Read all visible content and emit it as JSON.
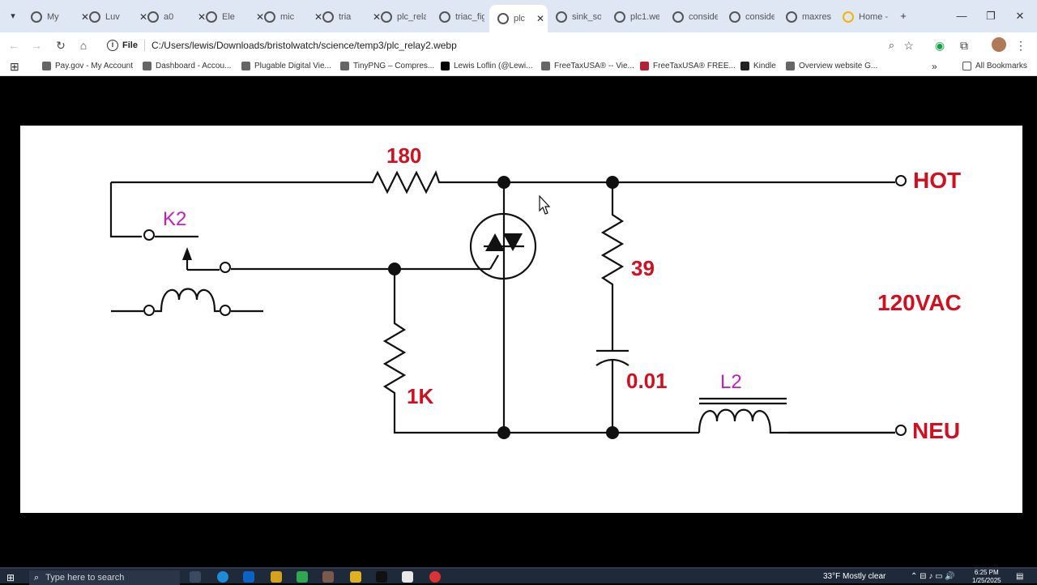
{
  "tabs": [
    {
      "label": "My",
      "active": false
    },
    {
      "label": "Luv",
      "active": false
    },
    {
      "label": "a0",
      "active": false
    },
    {
      "label": "Ele",
      "active": false
    },
    {
      "label": "mic",
      "active": false
    },
    {
      "label": "tria",
      "active": false
    },
    {
      "label": "plc_rela",
      "active": false
    },
    {
      "label": "triac_fig",
      "active": false
    },
    {
      "label": "plc",
      "active": true
    },
    {
      "label": "sink_so",
      "active": false
    },
    {
      "label": "plc1.we",
      "active": false
    },
    {
      "label": "conside",
      "active": false
    },
    {
      "label": "conside",
      "active": false
    },
    {
      "label": "maxres",
      "active": false
    },
    {
      "label": "Home -",
      "active": false
    }
  ],
  "toolbar": {
    "scheme": "File",
    "url": "C:/Users/lewis/Downloads/bristolwatch/science/temp3/plc_relay2.webp"
  },
  "bookmarks": [
    "Pay.gov - My Account",
    "Dashboard - Accou...",
    "Plugable Digital Vie...",
    "TinyPNG – Compres...",
    "Lewis Loflin (@Lewi...",
    "FreeTaxUSA® -- Vie...",
    "FreeTaxUSA® FREE...",
    "Kindle",
    "Overview website G..."
  ],
  "all_bookmarks": "All Bookmarks",
  "diagram": {
    "r_series": "180",
    "relay": "K2",
    "r_snubber": "39",
    "r_gate": "1K",
    "cap": "0.01",
    "inductor": "L2",
    "hot": "HOT",
    "neutral": "NEU",
    "supply": "120VAC",
    "colors": {
      "red_label": "#d01020",
      "magenta_label": "#c020c0",
      "wire": "#111111"
    }
  },
  "taskbar": {
    "search_placeholder": "Type here to search",
    "weather": "33°F  Mostly clear",
    "time": "6:25 PM",
    "date": "1/25/2025"
  }
}
